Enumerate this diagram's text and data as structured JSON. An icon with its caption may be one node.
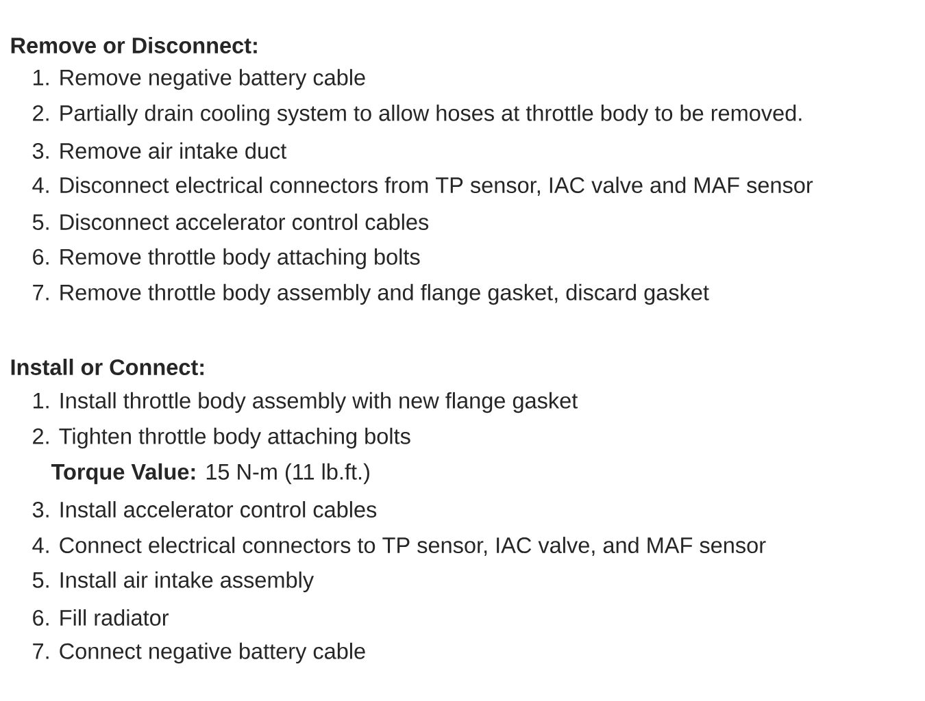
{
  "diagram": {
    "labels": [
      "Remove or Disconnect:",
      "1. Remove negative battery cable",
      "2. Partially drain cooling system to allow hoses at throttle body to be removed.",
      "3. Remove air intake duct",
      "4. Disconnect electrical connectors from TP sensor, IAC valve and MAF sensor",
      "5. Disconnect accelerator control cables",
      "6. Remove throttle body attaching bolts",
      "7. Remove throttle body assembly and flange gasket, discard gasket",
      "Install or Connect:",
      "1. Install throttle body assembly with new flange gasket",
      "2. Tighten throttle body attaching bolts",
      "**Torque Value:**  15 N-m (11 lb.ft.)",
      "3. Install accelerator control cables",
      "4. Connect electrical connectors to TP sensor, IAC valve, and MAF sensor",
      "5. Install air intake assembly",
      "6. Fill radiator",
      "7. Connect negative battery cable"
    ]
  }
}
